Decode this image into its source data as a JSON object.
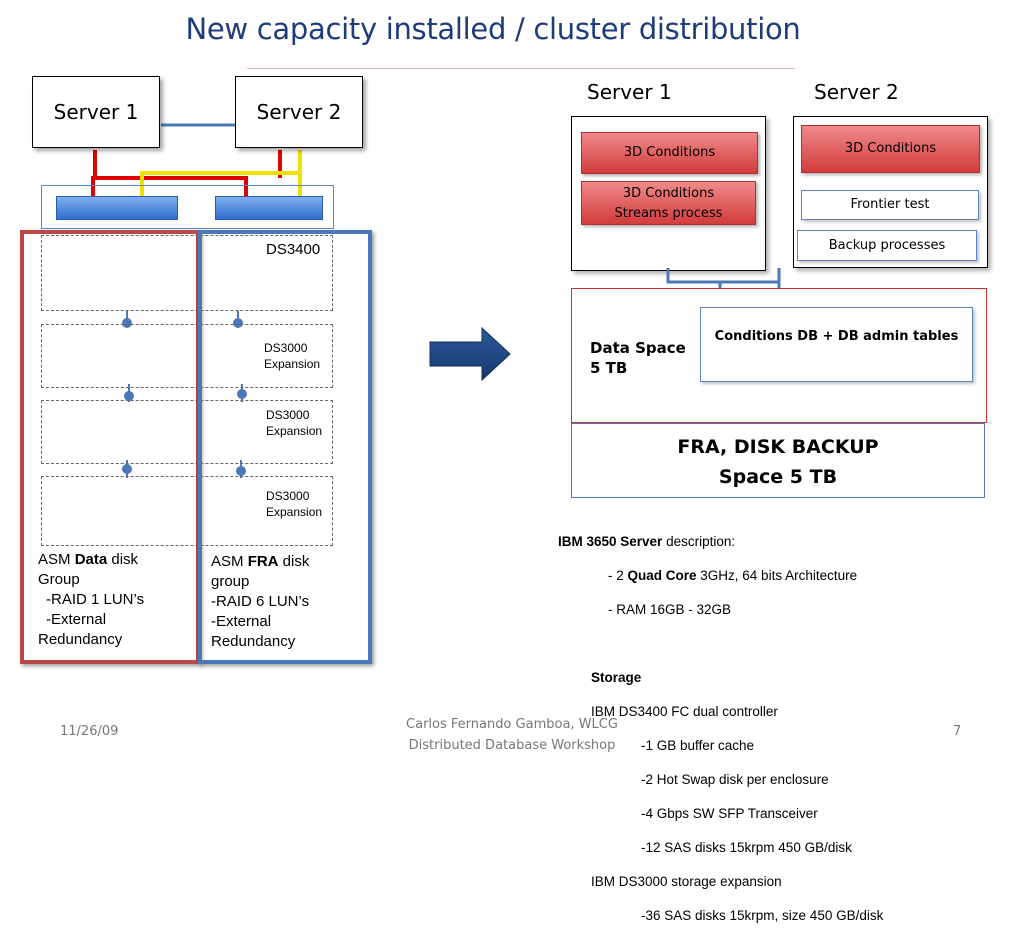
{
  "title": "New capacity installed / cluster distribution",
  "left": {
    "server1": "Server 1",
    "server2": "Server 2",
    "ds3400": "DS3400",
    "expansion_name": "DS3000",
    "expansion_word": "Expansion",
    "asm_data": {
      "prefix": "ASM ",
      "bold": "Data",
      "suffix": " disk",
      "line2": "Group",
      "line3": "-RAID 1 LUN’s",
      "line4": "-External",
      "line5": "Redundancy"
    },
    "asm_fra": {
      "prefix": "ASM ",
      "bold": "FRA",
      "suffix": " disk",
      "line2": "group",
      "line3": "-RAID 6 LUN’s",
      "line4": "-External",
      "line5": "Redundancy"
    },
    "colors": {
      "red_link": "#e00000",
      "yellow_link": "#f0e000",
      "blue_link": "#4a78b8"
    }
  },
  "right": {
    "server1": "Server 1",
    "server2": "Server 2",
    "s1_item1": "3D Conditions",
    "s1_item2_line1": "3D Conditions",
    "s1_item2_line2": "Streams process",
    "s2_item1": "3D Conditions",
    "s2_item2": "Frontier test",
    "s2_item3": "Backup processes",
    "data_space_line1": "Data Space",
    "data_space_line2": "5 TB",
    "conditions_db": "Conditions DB + DB admin tables",
    "fra_line1": "FRA, DISK BACKUP",
    "fra_line2": "Space 5 TB"
  },
  "description": {
    "l1_bold": "IBM 3650 Server",
    "l1_rest": " description:",
    "l2_pre": "- 2 ",
    "l2_bold": "Quad Core",
    "l2_rest": " 3GHz, 64 bits Architecture",
    "l3": "- RAM 16GB - 32GB",
    "storage": "Storage",
    "ds3400": "IBM DS3400 FC dual controller",
    "d1": "-1 GB buffer cache",
    "d2": "-2 Hot Swap disk per enclosure",
    "d3": "-4 Gbps SW SFP Transceiver",
    "d4": "-12 SAS disks 15krpm 450 GB/disk",
    "ds3000": "IBM DS3000 storage expansion",
    "d5": "-36 SAS disks 15krpm, size 450 GB/disk"
  },
  "footer": {
    "date": "11/26/09",
    "author_line1": "Carlos Fernando Gamboa, WLCG",
    "author_line2": "Distributed Database Workshop",
    "page": "7"
  }
}
